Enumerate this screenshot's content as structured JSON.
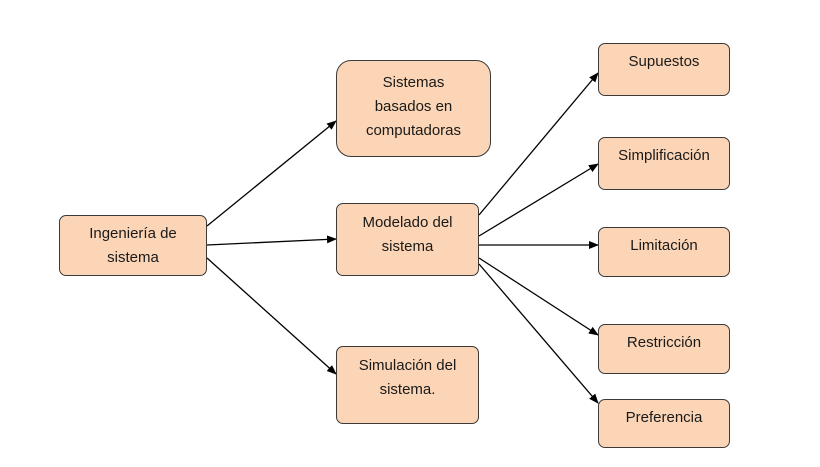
{
  "nodes": {
    "ingenieria": "Ingeniería de\nsistema",
    "sistemas": "Sistemas\nbasados en\ncomputadoras",
    "modelado": "Modelado del\nsistema",
    "simulacion": "Simulación del\nsistema.",
    "supuestos": "Supuestos",
    "simplificacion": "Simplificación",
    "limitacion": "Limitación",
    "restriccion": "Restricción",
    "preferencia": "Preferencia"
  },
  "edges": [
    {
      "from": "ingenieria",
      "to": "sistemas"
    },
    {
      "from": "ingenieria",
      "to": "modelado"
    },
    {
      "from": "ingenieria",
      "to": "simulacion"
    },
    {
      "from": "modelado",
      "to": "supuestos"
    },
    {
      "from": "modelado",
      "to": "simplificacion"
    },
    {
      "from": "modelado",
      "to": "limitacion"
    },
    {
      "from": "modelado",
      "to": "restriccion"
    },
    {
      "from": "modelado",
      "to": "preferencia"
    }
  ],
  "colors": {
    "node_fill": "#fbd5b5",
    "node_border": "#3a3a3a",
    "edge": "#000000"
  }
}
